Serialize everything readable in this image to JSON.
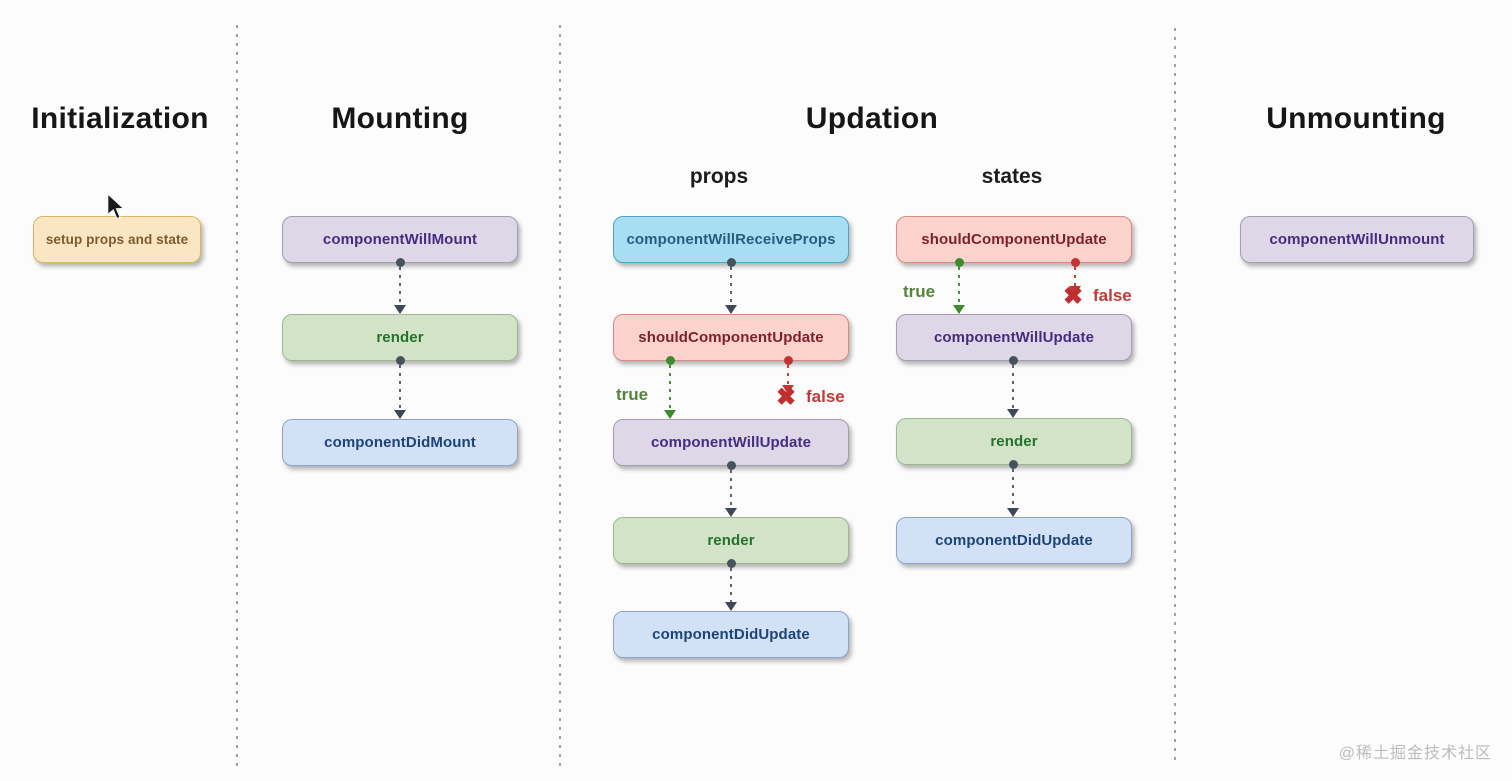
{
  "diagram": {
    "title_columns": {
      "initialization": "Initialization",
      "mounting": "Mounting",
      "updation": "Updation",
      "unmounting": "Unmounting"
    },
    "sub_columns": {
      "props": "props",
      "states": "states"
    },
    "nodes": {
      "setup_props_state": {
        "label": "setup props and state"
      },
      "mounting_will_mount": {
        "label": "componentWillMount"
      },
      "mounting_render": {
        "label": "render"
      },
      "mounting_did_mount": {
        "label": "componentDidMount"
      },
      "props_will_receive_props": {
        "label": "componentWillReceiveProps"
      },
      "props_should_update": {
        "label": "shouldComponentUpdate"
      },
      "props_will_update": {
        "label": "componentWillUpdate"
      },
      "props_render": {
        "label": "render"
      },
      "props_did_update": {
        "label": "componentDidUpdate"
      },
      "states_should_update": {
        "label": "shouldComponentUpdate"
      },
      "states_will_update": {
        "label": "componentWillUpdate"
      },
      "states_render": {
        "label": "render"
      },
      "states_did_update": {
        "label": "componentDidUpdate"
      },
      "unmounting_will_unmount": {
        "label": "componentWillUnmount"
      }
    },
    "branch": {
      "true_label": "true",
      "false_label": "false"
    },
    "icons": {
      "false_cross": "✖",
      "cursor": "mouse-pointer"
    },
    "colors": {
      "node_yellow": {
        "bg": "#fae6c2",
        "border": "#d6b863",
        "text": "#7d5a32"
      },
      "node_purple": {
        "bg": "#ded7e7",
        "border": "#a49cb0",
        "text": "#462c80"
      },
      "node_green": {
        "bg": "#d3e3c8",
        "border": "#9cba8e",
        "text": "#23732b"
      },
      "node_blue": {
        "bg": "#d3e1f7",
        "border": "#8aa6cf",
        "text": "#1d4476"
      },
      "node_cyan": {
        "bg": "#a7def1",
        "border": "#4da4c6",
        "text": "#265e80"
      },
      "node_pink": {
        "bg": "#fbd2cc",
        "border": "#d68b84",
        "text": "#7e1f2d"
      },
      "arrow_slate": "#47525f",
      "arrow_true_green": "#3f8d2f",
      "arrow_false_red": "#c13636"
    }
  },
  "watermark": "@稀土掘金技术社区"
}
